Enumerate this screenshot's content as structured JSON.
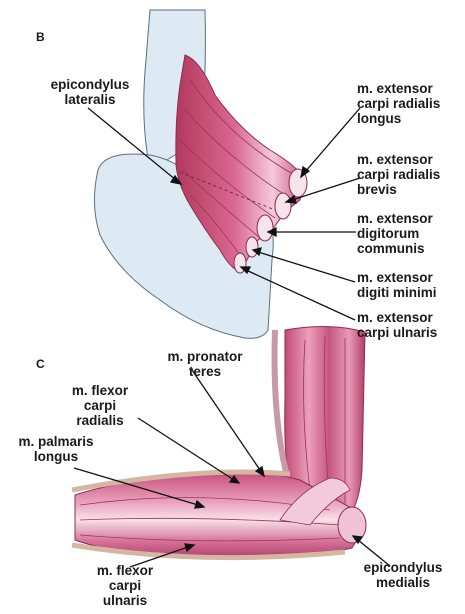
{
  "panel_b": {
    "letter": "B",
    "labels": [
      {
        "key": "epicondylus_lateralis",
        "text": "epicondylus\nlateralis"
      },
      {
        "key": "ecrl",
        "text": "m. extensor\ncarpi radialis\nlongus"
      },
      {
        "key": "ecrb",
        "text": "m. extensor\ncarpi radialis\nbrevis"
      },
      {
        "key": "edc",
        "text": "m. extensor\ndigitorum\ncommunis"
      },
      {
        "key": "edm",
        "text": "m. extensor\ndigiti minimi"
      },
      {
        "key": "ecu",
        "text": "m. extensor\ncarpi ulnaris"
      }
    ]
  },
  "panel_c": {
    "letter": "C",
    "labels": [
      {
        "key": "pronator_teres",
        "text": "m. pronator\nteres"
      },
      {
        "key": "fcr",
        "text": "m. flexor\ncarpi\nradialis"
      },
      {
        "key": "palmaris_longus",
        "text": "m. palmaris\nlongus"
      },
      {
        "key": "fcu",
        "text": "m. flexor\ncarpi\nulnaris"
      },
      {
        "key": "epicondylus_medialis",
        "text": "epicondylus\nmedialis"
      }
    ]
  },
  "colors": {
    "bone": "#dde9f3",
    "bone_outline": "#5a6f80",
    "muscle": "#c94f7c",
    "muscle_light": "#f2c6d6",
    "tendon": "#f6e4ea",
    "leader": "#111111"
  }
}
